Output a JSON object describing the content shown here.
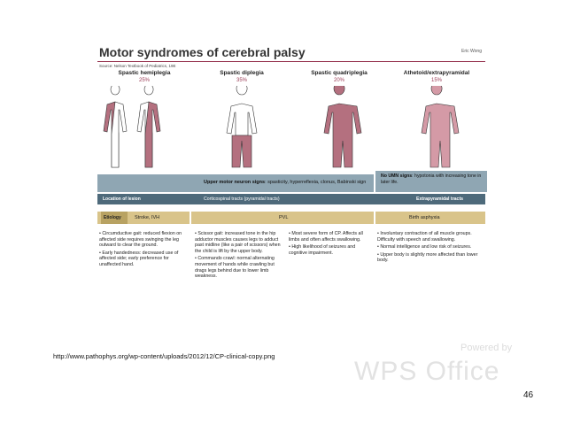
{
  "figure": {
    "title": "Motor syndromes of cerebral palsy",
    "author": "Eric Wong",
    "source": "Source: Nelson Textbook of Pediatrics, 19E",
    "columns": [
      {
        "name": "Spastic hemiplegia",
        "percent": "25%"
      },
      {
        "name": "Spastic diplegia",
        "percent": "35%"
      },
      {
        "name": "Spastic quadriplegia",
        "percent": "20%"
      },
      {
        "name": "Athetoid/extrapyramidal",
        "percent": "15%"
      }
    ],
    "umn_row": {
      "bold": "Upper motor neuron signs",
      "text": ": spasticity, hyperreflexia, clonus, Babinski sign"
    },
    "no_umn": {
      "bold": "No UMN signs",
      "text": ": hypotonia with increasing tone in later life."
    },
    "lesion_row": {
      "label": "Location of lesion",
      "corticospinal": "Corticospinal tracts (pyramidal tracts)",
      "extrapyramidal": "Extrapyramidal tracts"
    },
    "etiology_row": {
      "label": "Etiology",
      "c1": "Stroke, IVH",
      "c2": "PVL",
      "c3": "Birth asphyxia"
    },
    "notes": {
      "hemi_1": "• Circumductive gait: reduced flexion on affected side requires swinging the leg outward to clear the ground.",
      "hemi_2": "• Early handedness: decreased use of affected side; early preference for unaffected hand.",
      "di_1": "• Scissor gait: increased tone in the hip adductor muscles causes legs to adduct past midline (like a pair of scissors) when the child is lift by the upper body.",
      "di_2": "• Commando crawl: normal alternating movement of hands while crawling but drags legs behind due to lower limb weakness.",
      "quad_1": "• Most severe form of CP. Affects all limbs and often affects swallowing.",
      "quad_2": "• High likelihood of seizures and cognitive impairment.",
      "ath_1": "• Involuntary contraction of all muscle groups. Difficulty with speech and swallowing.",
      "ath_2": "• Normal intelligence and low risk of seizures.",
      "ath_3": "• Upper body is slightly more affected than lower body."
    }
  },
  "source_url": "http://www.pathophys.org/wp-content/uploads/2012/12/CP-clinical-copy.png",
  "watermark": {
    "line1": "Powered by",
    "line2": "WPS Office"
  },
  "page_number": "46",
  "colors": {
    "affected": "#b4707f",
    "accent": "#9a3b55",
    "band_blue": "#8fa6b3",
    "band_dark": "#4e6a7b",
    "band_gold": "#d9c48a"
  },
  "icons": [
    "hemiplegia-body-figure",
    "diplegia-body-figure",
    "quadriplegia-body-figure",
    "athetoid-body-figure"
  ]
}
